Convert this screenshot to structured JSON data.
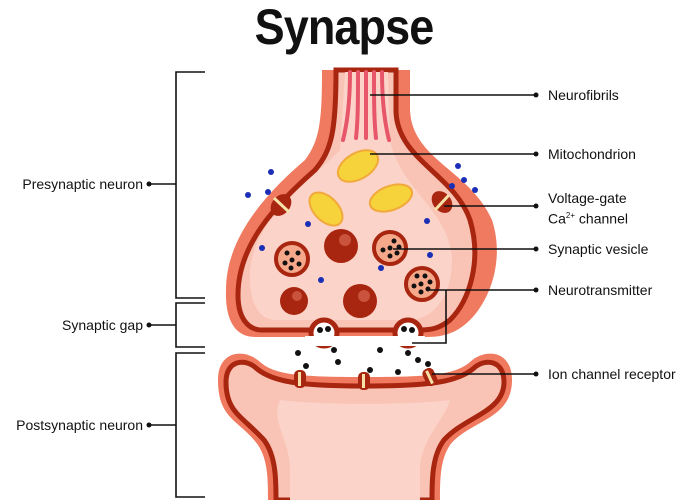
{
  "title": "Synapse",
  "left_labels": {
    "presynaptic": "Presynaptic neuron",
    "gap": "Synaptic gap",
    "postsynaptic": "Postsynaptic neuron"
  },
  "right_labels": {
    "neurofibrils": "Neurofibrils",
    "mitochondrion": "Mitochondrion",
    "voltage_gate_line1": "Voltage-gate",
    "voltage_gate_ca": "Ca",
    "voltage_gate_sup": "2+",
    "voltage_gate_line2": " channel",
    "vesicle": "Synaptic vesicle",
    "neurotransmitter": "Neurotransmitter",
    "ion_channel": "Ion channel receptor"
  },
  "colors": {
    "membrane": "#a8250f",
    "outer": "#f07a5f",
    "inner": "#f9c3b5",
    "mito": "#f6d33b",
    "ion": "#1a2fb5"
  }
}
